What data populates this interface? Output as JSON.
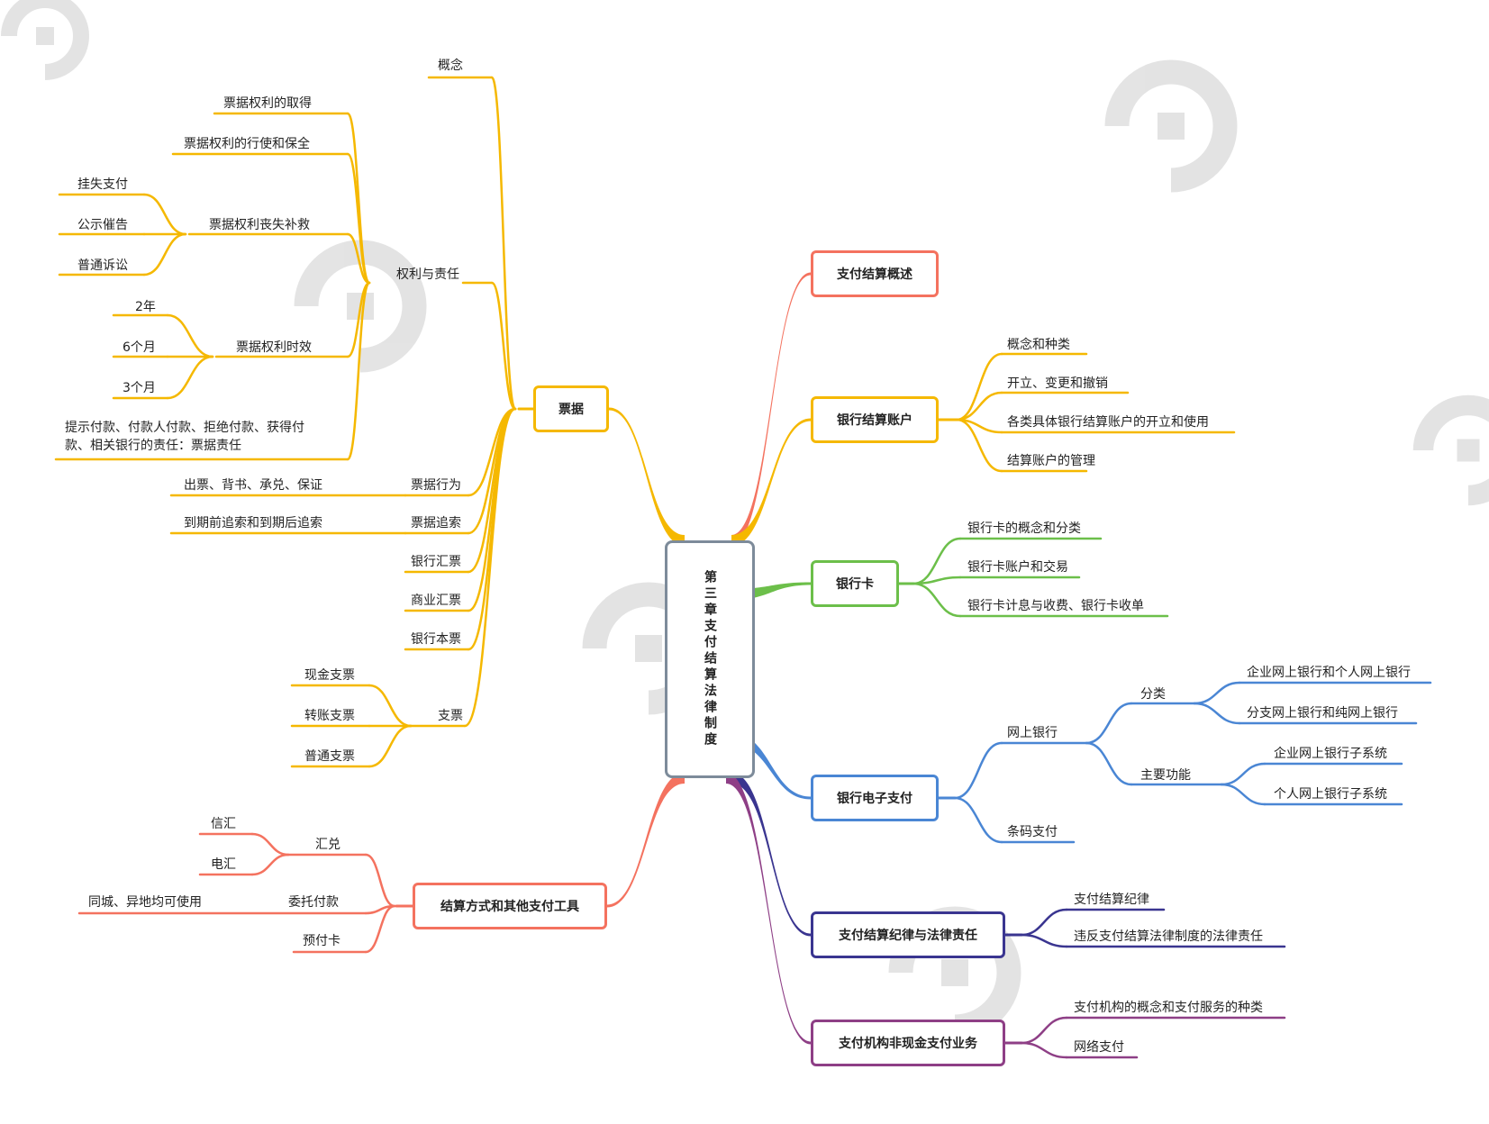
{
  "root": {
    "label": "第三章支付结算法律制度",
    "color": "#7d8b9a"
  },
  "branches": {
    "piaoju": {
      "label": "票据",
      "color": "#f5b800",
      "concept": "概念",
      "rights": {
        "label": "权利与责任",
        "acquire": "票据权利的取得",
        "exercise": "票据权利的行使和保全",
        "remedy": {
          "label": "票据权利丧失补救",
          "items": [
            "挂失支付",
            "公示催告",
            "普通诉讼"
          ]
        },
        "limit": {
          "label": "票据权利时效",
          "items": [
            "2年",
            "6个月",
            "3个月"
          ]
        },
        "liability": "提示付款、付款人付款、拒绝付款、获得付款、相关银行的责任：票据责任"
      },
      "acts": {
        "label": "票据行为",
        "detail": "出票、背书、承兑、保证"
      },
      "recourse": {
        "label": "票据追索",
        "detail": "到期前追索和到期后追索"
      },
      "bank_draft": "银行汇票",
      "commercial_draft": "商业汇票",
      "cashier": "银行本票",
      "cheque": {
        "label": "支票",
        "items": [
          "现金支票",
          "转账支票",
          "普通支票"
        ]
      }
    },
    "settlement": {
      "label": "结算方式和其他支付工具",
      "color": "#f4725f",
      "remit": {
        "label": "汇兑",
        "items": [
          "信汇",
          "电汇"
        ]
      },
      "entrust": {
        "label": "委托付款",
        "detail": "同城、异地均可使用"
      },
      "prepaid": "预付卡"
    },
    "overview": {
      "label": "支付结算概述",
      "color": "#f4725f"
    },
    "account": {
      "label": "银行结算账户",
      "color": "#f5b800",
      "items": [
        "概念和种类",
        "开立、变更和撤销",
        "各类具体银行结算账户的开立和使用",
        "结算账户的管理"
      ]
    },
    "card": {
      "label": "银行卡",
      "color": "#6cbf4a",
      "items": [
        "银行卡的概念和分类",
        "银行卡账户和交易",
        "银行卡计息与收费、银行卡收单"
      ]
    },
    "epay": {
      "label": "银行电子支付",
      "color": "#4a86d4",
      "online": {
        "label": "网上银行",
        "category": {
          "label": "分类",
          "items": [
            "企业网上银行和个人网上银行",
            "分支网上银行和纯网上银行"
          ]
        },
        "function": {
          "label": "主要功能",
          "items": [
            "企业网上银行子系统",
            "个人网上银行子系统"
          ]
        }
      },
      "barcode": "条码支付"
    },
    "discipline": {
      "label": "支付结算纪律与法律责任",
      "color": "#3a3590",
      "items": [
        "支付结算纪律",
        "违反支付结算法律制度的法律责任"
      ]
    },
    "institution": {
      "label": "支付机构非现金支付业务",
      "color": "#8e3f86",
      "items": [
        "支付机构的概念和支付服务的种类",
        "网络支付"
      ]
    }
  }
}
